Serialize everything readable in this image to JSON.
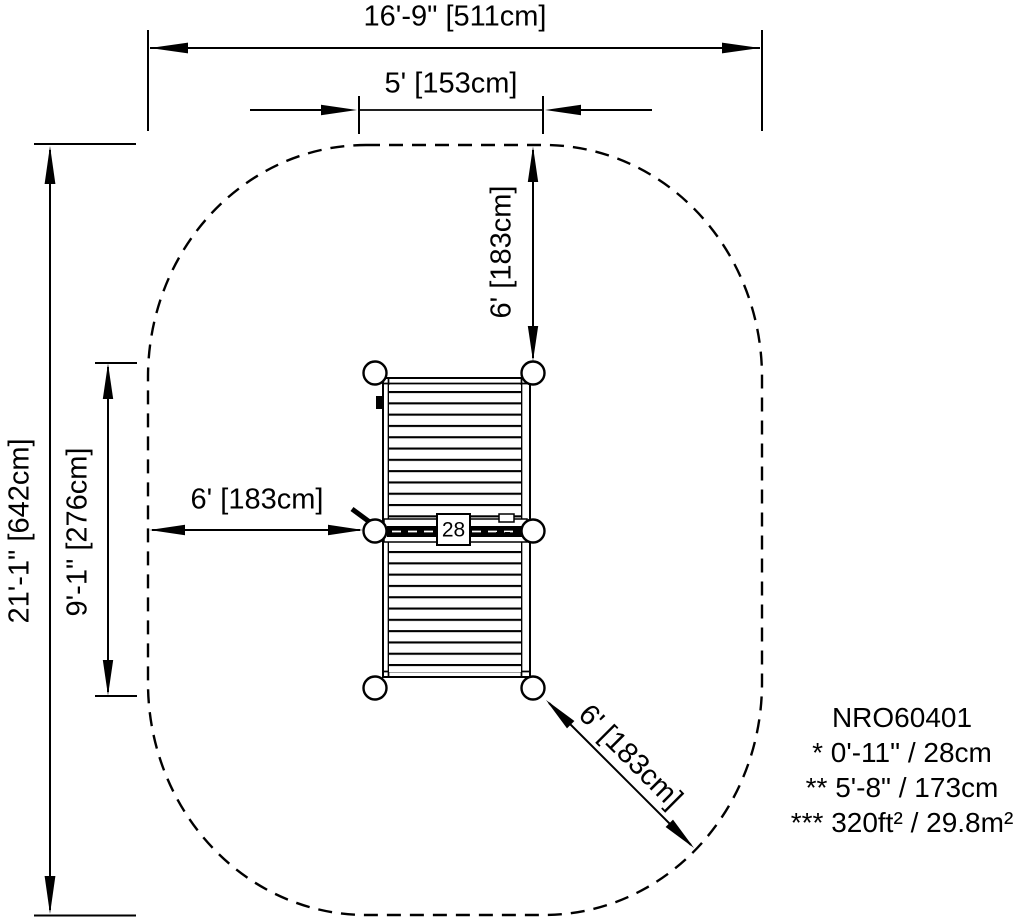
{
  "dimensions": {
    "overall_width": "16'-9\" [511cm]",
    "inner_width": "5' [153cm]",
    "overall_depth": "21'-1\" [642cm]",
    "structure_depth": "9'-1\" [276cm]",
    "clearance_top": "6' [183cm]",
    "clearance_side": "6' [183cm]",
    "clearance_corner": "6' [183cm]"
  },
  "structure": {
    "beam_label": "28"
  },
  "product": {
    "model": "NRO60401",
    "notes": [
      "* 0'-11\" / 28cm",
      "** 5'-8\" / 173cm",
      "*** 320ft² / 29.8m²"
    ]
  },
  "colors": {
    "line": "#000000",
    "background": "#ffffff"
  }
}
